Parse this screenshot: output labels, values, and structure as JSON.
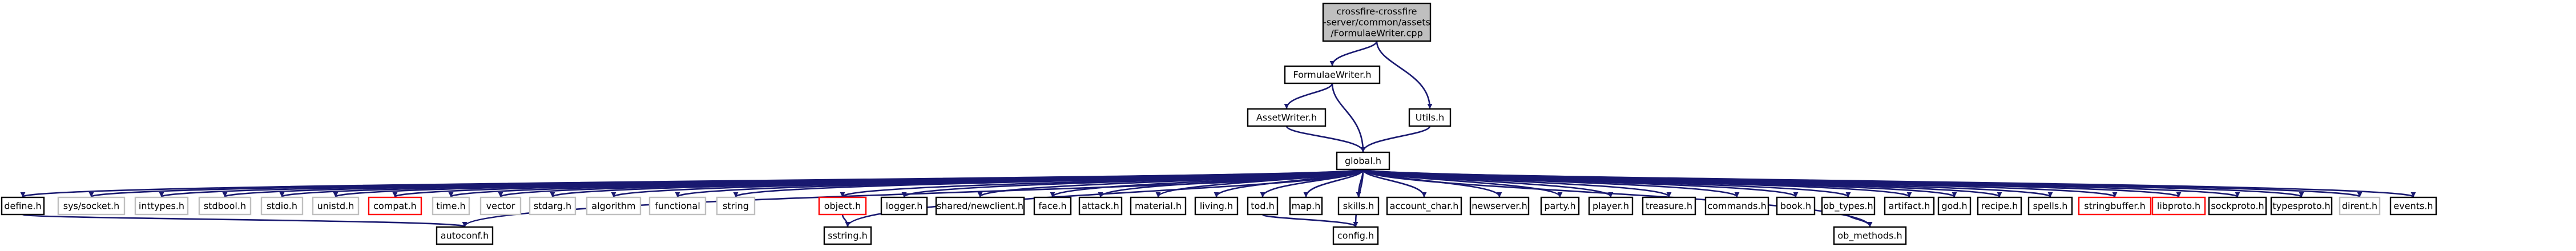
{
  "graph": {
    "colors": {
      "edge": "#191970",
      "node_border_default": "#000000",
      "node_border_light": "#bfbfbf",
      "node_border_red": "#ff0000",
      "root_fill": "#bfbfbf",
      "node_fill": "#ffffff",
      "text": "#000000"
    },
    "nodes": [
      {
        "id": "root",
        "lines": [
          "crossfire-crossfire",
          "-server/common/assets",
          "/FormulaeWriter.cpp"
        ],
        "style": "root"
      },
      {
        "id": "formulaewriter",
        "lines": [
          "FormulaeWriter.h"
        ],
        "style": "default"
      },
      {
        "id": "assetwriter",
        "lines": [
          "AssetWriter.h"
        ],
        "style": "default"
      },
      {
        "id": "utils",
        "lines": [
          "Utils.h"
        ],
        "style": "default"
      },
      {
        "id": "global",
        "lines": [
          "global.h"
        ],
        "style": "default"
      },
      {
        "id": "define",
        "lines": [
          "define.h"
        ],
        "style": "default"
      },
      {
        "id": "syssocket",
        "lines": [
          "sys/socket.h"
        ],
        "style": "light"
      },
      {
        "id": "inttypes",
        "lines": [
          "inttypes.h"
        ],
        "style": "light"
      },
      {
        "id": "stdbool",
        "lines": [
          "stdbool.h"
        ],
        "style": "light"
      },
      {
        "id": "stdio",
        "lines": [
          "stdio.h"
        ],
        "style": "light"
      },
      {
        "id": "unistd",
        "lines": [
          "unistd.h"
        ],
        "style": "light"
      },
      {
        "id": "compat",
        "lines": [
          "compat.h"
        ],
        "style": "red"
      },
      {
        "id": "time",
        "lines": [
          "time.h"
        ],
        "style": "light"
      },
      {
        "id": "vector",
        "lines": [
          "vector"
        ],
        "style": "light"
      },
      {
        "id": "stdarg",
        "lines": [
          "stdarg.h"
        ],
        "style": "light"
      },
      {
        "id": "algorithm",
        "lines": [
          "algorithm"
        ],
        "style": "light"
      },
      {
        "id": "functional",
        "lines": [
          "functional"
        ],
        "style": "light"
      },
      {
        "id": "string",
        "lines": [
          "string"
        ],
        "style": "light"
      },
      {
        "id": "object",
        "lines": [
          "object.h"
        ],
        "style": "red"
      },
      {
        "id": "logger",
        "lines": [
          "logger.h"
        ],
        "style": "default"
      },
      {
        "id": "sharednewclient",
        "lines": [
          "shared/newclient.h"
        ],
        "style": "default"
      },
      {
        "id": "face",
        "lines": [
          "face.h"
        ],
        "style": "default"
      },
      {
        "id": "attack",
        "lines": [
          "attack.h"
        ],
        "style": "default"
      },
      {
        "id": "material",
        "lines": [
          "material.h"
        ],
        "style": "default"
      },
      {
        "id": "living",
        "lines": [
          "living.h"
        ],
        "style": "default"
      },
      {
        "id": "tod",
        "lines": [
          "tod.h"
        ],
        "style": "default"
      },
      {
        "id": "map",
        "lines": [
          "map.h"
        ],
        "style": "default"
      },
      {
        "id": "skills",
        "lines": [
          "skills.h"
        ],
        "style": "default"
      },
      {
        "id": "account_char",
        "lines": [
          "account_char.h"
        ],
        "style": "default"
      },
      {
        "id": "newserver",
        "lines": [
          "newserver.h"
        ],
        "style": "default"
      },
      {
        "id": "party",
        "lines": [
          "party.h"
        ],
        "style": "default"
      },
      {
        "id": "player",
        "lines": [
          "player.h"
        ],
        "style": "default"
      },
      {
        "id": "treasure",
        "lines": [
          "treasure.h"
        ],
        "style": "default"
      },
      {
        "id": "commands",
        "lines": [
          "commands.h"
        ],
        "style": "default"
      },
      {
        "id": "book",
        "lines": [
          "book.h"
        ],
        "style": "default"
      },
      {
        "id": "ob_types",
        "lines": [
          "ob_types.h"
        ],
        "style": "default"
      },
      {
        "id": "artifact",
        "lines": [
          "artifact.h"
        ],
        "style": "default"
      },
      {
        "id": "god",
        "lines": [
          "god.h"
        ],
        "style": "default"
      },
      {
        "id": "recipe",
        "lines": [
          "recipe.h"
        ],
        "style": "default"
      },
      {
        "id": "spells",
        "lines": [
          "spells.h"
        ],
        "style": "default"
      },
      {
        "id": "stringbuffer",
        "lines": [
          "stringbuffer.h"
        ],
        "style": "red"
      },
      {
        "id": "libproto",
        "lines": [
          "libproto.h"
        ],
        "style": "red"
      },
      {
        "id": "sockproto",
        "lines": [
          "sockproto.h"
        ],
        "style": "default"
      },
      {
        "id": "typesproto",
        "lines": [
          "typesproto.h"
        ],
        "style": "default"
      },
      {
        "id": "dirent",
        "lines": [
          "dirent.h"
        ],
        "style": "light"
      },
      {
        "id": "events",
        "lines": [
          "events.h"
        ],
        "style": "default"
      },
      {
        "id": "autoconf",
        "lines": [
          "autoconf.h"
        ],
        "style": "default"
      },
      {
        "id": "sstring",
        "lines": [
          "sstring.h"
        ],
        "style": "default"
      },
      {
        "id": "config",
        "lines": [
          "config.h"
        ],
        "style": "default"
      },
      {
        "id": "ob_methods",
        "lines": [
          "ob_methods.h"
        ],
        "style": "default"
      }
    ],
    "edges": [
      [
        "root",
        "formulaewriter"
      ],
      [
        "root",
        "utils"
      ],
      [
        "formulaewriter",
        "assetwriter"
      ],
      [
        "formulaewriter",
        "global"
      ],
      [
        "assetwriter",
        "global"
      ],
      [
        "utils",
        "global"
      ],
      [
        "global",
        "define"
      ],
      [
        "global",
        "syssocket"
      ],
      [
        "global",
        "inttypes"
      ],
      [
        "global",
        "stdbool"
      ],
      [
        "global",
        "stdio"
      ],
      [
        "global",
        "unistd"
      ],
      [
        "global",
        "compat"
      ],
      [
        "global",
        "time"
      ],
      [
        "global",
        "vector"
      ],
      [
        "global",
        "stdarg"
      ],
      [
        "global",
        "algorithm"
      ],
      [
        "global",
        "functional"
      ],
      [
        "global",
        "string"
      ],
      [
        "global",
        "object"
      ],
      [
        "global",
        "logger"
      ],
      [
        "global",
        "sharednewclient"
      ],
      [
        "global",
        "face"
      ],
      [
        "global",
        "attack"
      ],
      [
        "global",
        "material"
      ],
      [
        "global",
        "living"
      ],
      [
        "global",
        "tod"
      ],
      [
        "global",
        "map"
      ],
      [
        "global",
        "skills"
      ],
      [
        "global",
        "account_char"
      ],
      [
        "global",
        "newserver"
      ],
      [
        "global",
        "party"
      ],
      [
        "global",
        "player"
      ],
      [
        "global",
        "treasure"
      ],
      [
        "global",
        "commands"
      ],
      [
        "global",
        "book"
      ],
      [
        "global",
        "ob_types"
      ],
      [
        "global",
        "artifact"
      ],
      [
        "global",
        "god"
      ],
      [
        "global",
        "recipe"
      ],
      [
        "global",
        "spells"
      ],
      [
        "global",
        "stringbuffer"
      ],
      [
        "global",
        "libproto"
      ],
      [
        "global",
        "sockproto"
      ],
      [
        "global",
        "typesproto"
      ],
      [
        "global",
        "dirent"
      ],
      [
        "global",
        "events"
      ],
      [
        "global",
        "autoconf"
      ],
      [
        "global",
        "sstring"
      ],
      [
        "global",
        "config"
      ],
      [
        "global",
        "ob_methods"
      ],
      [
        "define",
        "autoconf"
      ],
      [
        "object",
        "sstring"
      ],
      [
        "tod",
        "config"
      ],
      [
        "ob_types",
        "ob_methods"
      ]
    ]
  }
}
